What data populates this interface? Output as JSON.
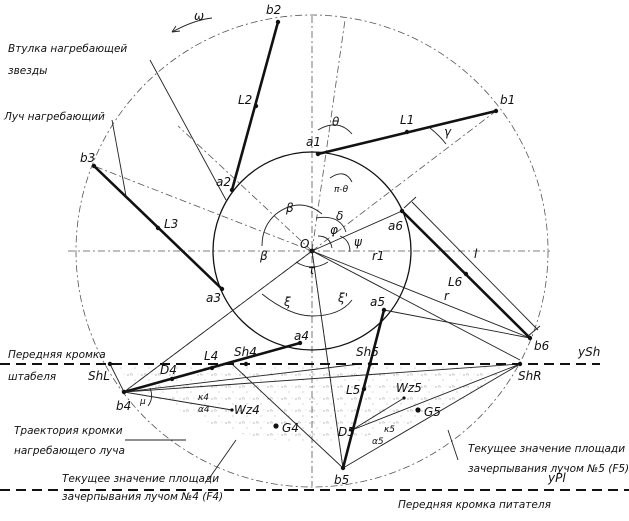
{
  "labels": {
    "omega": "ω",
    "b1": "b1",
    "b2": "b2",
    "b3": "b3",
    "b4": "b4",
    "b5": "b5",
    "b6": "b6",
    "a1": "a1",
    "a2": "a2",
    "a3": "a3",
    "a4": "a4",
    "a5": "a5",
    "a6": "a6",
    "L1": "L1",
    "L2": "L2",
    "L3": "L3",
    "L4": "L4",
    "L5": "L5",
    "L6": "L6",
    "O": "O",
    "theta": "θ",
    "gamma": "γ",
    "pi_theta": "π-θ",
    "beta": "β",
    "beta2": "β",
    "delta": "δ",
    "phi": "φ",
    "psi": "ψ",
    "tau": "τ",
    "xi": "ξ",
    "xi_prime": "ξ'",
    "r1": "r1",
    "r": "r",
    "l": "l",
    "Sh4": "Sh4",
    "Sh5": "Sh5",
    "ShL": "ShL",
    "ShR": "ShR",
    "D4": "D4",
    "D5": "D5",
    "W4": "Wz4",
    "W5": "Wz5",
    "G4": "G4",
    "G5": "G5",
    "mu": "μ",
    "alpha4": "α4",
    "kappa4": "κ4",
    "alpha5": "α5",
    "kappa5": "κ5",
    "ySh": "ySh",
    "yPl": "yPl"
  },
  "notes": {
    "hub": [
      "Втулка нагребающей",
      "звезды"
    ],
    "ray": "Луч нагребающий",
    "stack_edge": [
      "Передняя кромка",
      "штабеля"
    ],
    "trajectory": [
      "Траектория кромки",
      "нагребающего луча"
    ],
    "area4": [
      "Текущее значение площади",
      "зачерпывания лучом №4 (F4)"
    ],
    "area5": [
      "Текущее значение площади",
      "зачерпывания лучом №5 (F5)"
    ],
    "feeder_edge": "Передняя кромка питателя"
  }
}
